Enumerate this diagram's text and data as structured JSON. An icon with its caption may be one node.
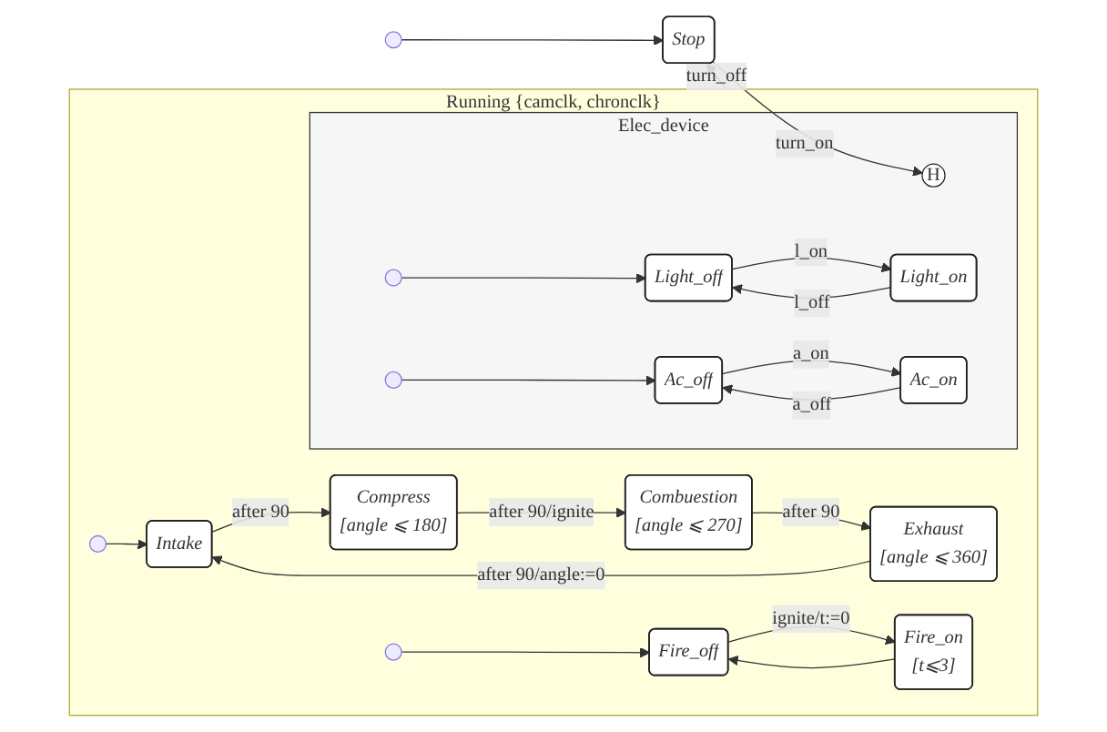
{
  "diagram": {
    "nodes": [
      {
        "text": [],
        "shape": "circle"
      },
      {
        "text": [
          "Stop"
        ]
      },
      {
        "text": [
          "Running {camclk, chronclk}"
        ]
      },
      {
        "text": [],
        "shape": "circle",
        "in": 2
      },
      {
        "text": [
          "Intake"
        ],
        "in": 2
      },
      {
        "text": [
          "Compress",
          "[angle ⩽ 180]"
        ],
        "in": 2
      },
      {
        "text": [
          "Combuestion",
          "[angle ⩽ 270]"
        ],
        "in": 2
      },
      {
        "text": [
          "Exhaust",
          "[angle ⩽ 360]"
        ],
        "in": 2
      },
      {
        "text": [],
        "shape": "circle",
        "in": 2
      },
      {
        "text": [
          "Fire_off"
        ],
        "in": 2
      },
      {
        "text": [
          "Fire_on",
          "[t⩽3]"
        ],
        "in": 2
      },
      {
        "text": [
          "Elec_device"
        ],
        "in": 2
      },
      {
        "text": [
          "H"
        ],
        "in": 11
      },
      {
        "text": [],
        "shape": "circle",
        "in": 11
      },
      {
        "text": [
          "Light_off"
        ],
        "in": 11
      },
      {
        "text": [
          "Light_on"
        ],
        "in": 11
      },
      {
        "text": [],
        "shape": "circle",
        "in": 11
      },
      {
        "text": [
          "Ac_off"
        ],
        "in": 11
      },
      {
        "text": [
          "Ac_on"
        ],
        "in": 11
      }
    ],
    "edges": [
      {
        "from": 0,
        "to": 1,
        "arrow": "to"
      },
      {
        "from": 2,
        "to": 1,
        "arrow": "to",
        "label": "turn_off"
      },
      {
        "from": 1,
        "to": 12,
        "arrow": "to",
        "label": "turn_on"
      },
      {
        "from": 3,
        "to": 4,
        "arrow": "to"
      },
      {
        "from": 4,
        "to": 5,
        "arrow": "to",
        "label": "after 90"
      },
      {
        "from": 5,
        "to": 6,
        "arrow": "to",
        "label": "after 90/ignite"
      },
      {
        "from": 6,
        "to": 7,
        "arrow": "to",
        "label": "after 90"
      },
      {
        "from": 7,
        "to": 4,
        "arrow": "to",
        "label": "after 90/angle:=0"
      },
      {
        "from": 8,
        "to": 9,
        "arrow": "to"
      },
      {
        "from": 9,
        "to": 10,
        "arrow": "to",
        "label": "ignite/t:=0"
      },
      {
        "from": 10,
        "to": 9,
        "arrow": "to"
      },
      {
        "from": 13,
        "to": 14,
        "arrow": "to"
      },
      {
        "from": 14,
        "to": 15,
        "arrow": "to",
        "label": "l_on"
      },
      {
        "from": 15,
        "to": 14,
        "arrow": "to",
        "label": "l_off"
      },
      {
        "from": 16,
        "to": 17,
        "arrow": "to"
      },
      {
        "from": 17,
        "to": 18,
        "arrow": "to",
        "label": "a_on"
      },
      {
        "from": 18,
        "to": 17,
        "arrow": "to",
        "label": "a_off"
      }
    ]
  }
}
